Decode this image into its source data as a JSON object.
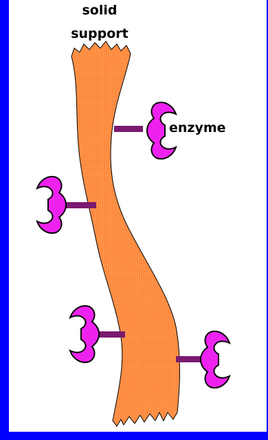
{
  "labels": {
    "solid_line": "solid",
    "support_line": "support",
    "enzyme": "enzyme"
  },
  "colors": {
    "background_frame": "#0000ff",
    "panel": "#ffffff",
    "support_fill": "#ff8c40",
    "enzyme_fill": "#ee22ee",
    "linker": "#7a1a6e"
  },
  "icons": {
    "enzyme": "enzyme-shape",
    "support": "solid-support-strip"
  }
}
